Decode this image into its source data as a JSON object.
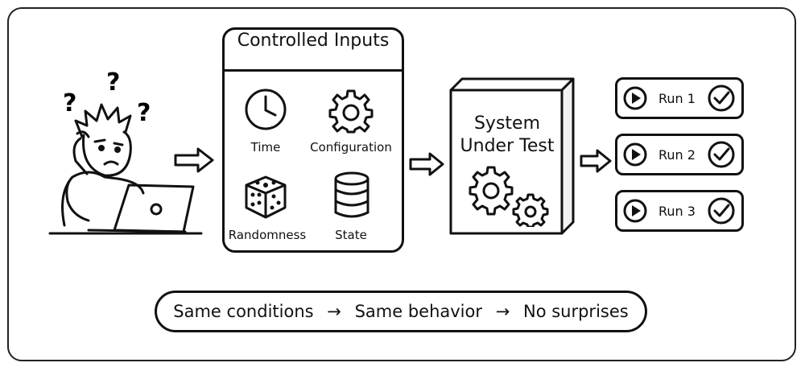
{
  "inputs": {
    "title": "Controlled Inputs",
    "items": [
      {
        "label": "Time",
        "icon": "clock-icon"
      },
      {
        "label": "Configuration",
        "icon": "gear-icon"
      },
      {
        "label": "Randomness",
        "icon": "dice-icon"
      },
      {
        "label": "State",
        "icon": "database-icon"
      }
    ]
  },
  "system": {
    "line1": "System",
    "line2": "Under Test"
  },
  "runs": [
    {
      "label": "Run 1"
    },
    {
      "label": "Run 2"
    },
    {
      "label": "Run 3"
    }
  ],
  "summary": {
    "part1": "Same conditions",
    "part2": "Same behavior",
    "part3": "No surprises",
    "arrow": "→"
  },
  "person": {
    "marks": [
      "?",
      "?",
      "?"
    ]
  },
  "colors": {
    "ink": "#111111",
    "background": "#ffffff"
  }
}
